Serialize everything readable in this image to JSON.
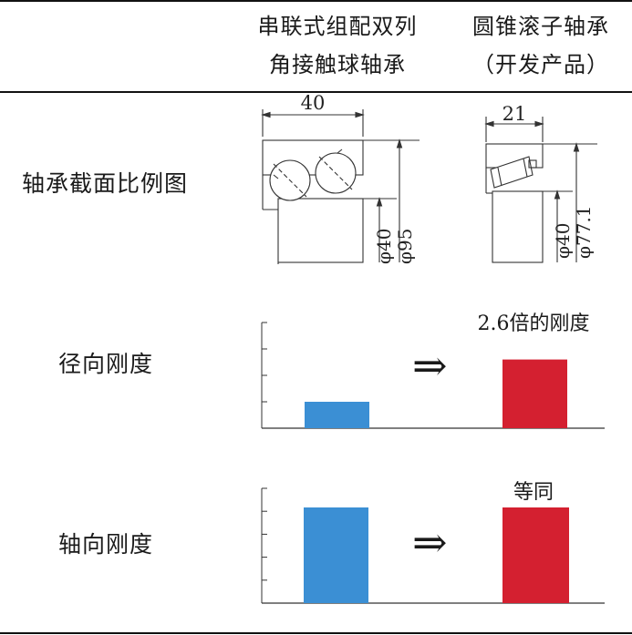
{
  "header": {
    "col1_line1": "串联式组配双列",
    "col1_line2": "角接触球轴承",
    "col2_line1": "圆锥滚子轴承",
    "col2_line2": "（开发产品）"
  },
  "rows": {
    "section_label": "轴承截面比例图",
    "radial_label": "径向刚度",
    "axial_label": "轴向刚度"
  },
  "section": {
    "left_width": "40",
    "left_bore": "φ40",
    "left_outer": "φ95",
    "right_width": "21",
    "right_bore": "φ40",
    "right_outer": "φ77.1"
  },
  "radial_chart": {
    "arrow": "⇒",
    "annotation": "2.6倍的刚度",
    "values": [
      1,
      2.6
    ],
    "ymax": 4,
    "colors": [
      "#3b8fd4",
      "#d42030"
    ]
  },
  "axial_chart": {
    "arrow": "⇒",
    "annotation": "等同",
    "values": [
      1,
      1
    ],
    "ymax": 1.2,
    "colors": [
      "#3b8fd4",
      "#d42030"
    ]
  }
}
